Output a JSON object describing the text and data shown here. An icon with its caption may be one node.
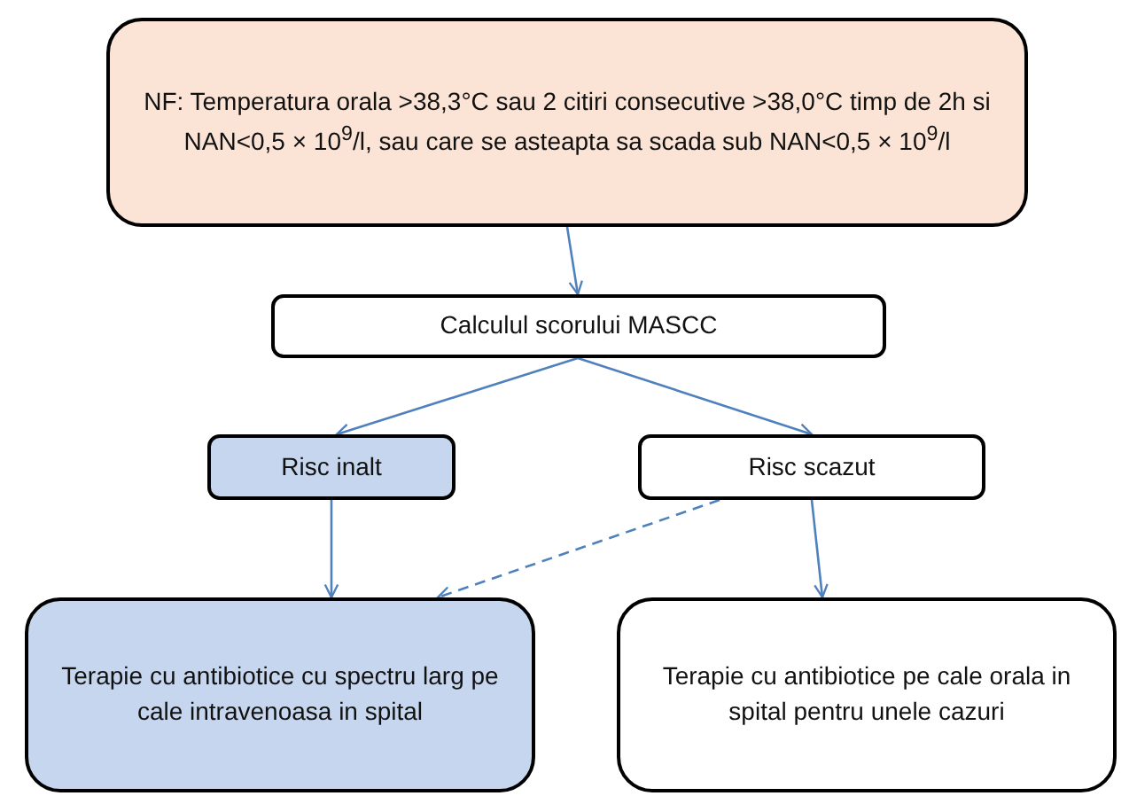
{
  "diagram": {
    "nodes": [
      {
        "text": [
          "NF: Temperatura orala >38,3°C sau 2 citiri consecutive >38,0°C timp de 2h si NAN<0,5 × 10$^{9}$/l, sau care se asteapta sa scada sub NAN<0,5 × 10$^{9}$/l"
        ]
      },
      {
        "text": [
          "Calculul scorului MASCC"
        ]
      },
      {
        "text": [
          "Risc inalt"
        ]
      },
      {
        "text": [
          "Risc scazut"
        ]
      },
      {
        "text": [
          "Terapie cu antibiotice cu spectru larg pe cale intravenoasa in spital"
        ]
      },
      {
        "text": [
          "Terapie cu antibiotice pe cale orala in spital pentru unele cazuri"
        ]
      }
    ],
    "edges": [
      {
        "from": 0,
        "to": 1,
        "arrow": "to"
      },
      {
        "from": 1,
        "to": 2,
        "arrow": "to"
      },
      {
        "from": 1,
        "to": 3,
        "arrow": "to"
      },
      {
        "from": 2,
        "to": 4,
        "arrow": "to"
      },
      {
        "from": 3,
        "to": 4,
        "arrow": "to",
        "style": "dashed"
      },
      {
        "from": 3,
        "to": 5,
        "arrow": "to"
      }
    ]
  }
}
